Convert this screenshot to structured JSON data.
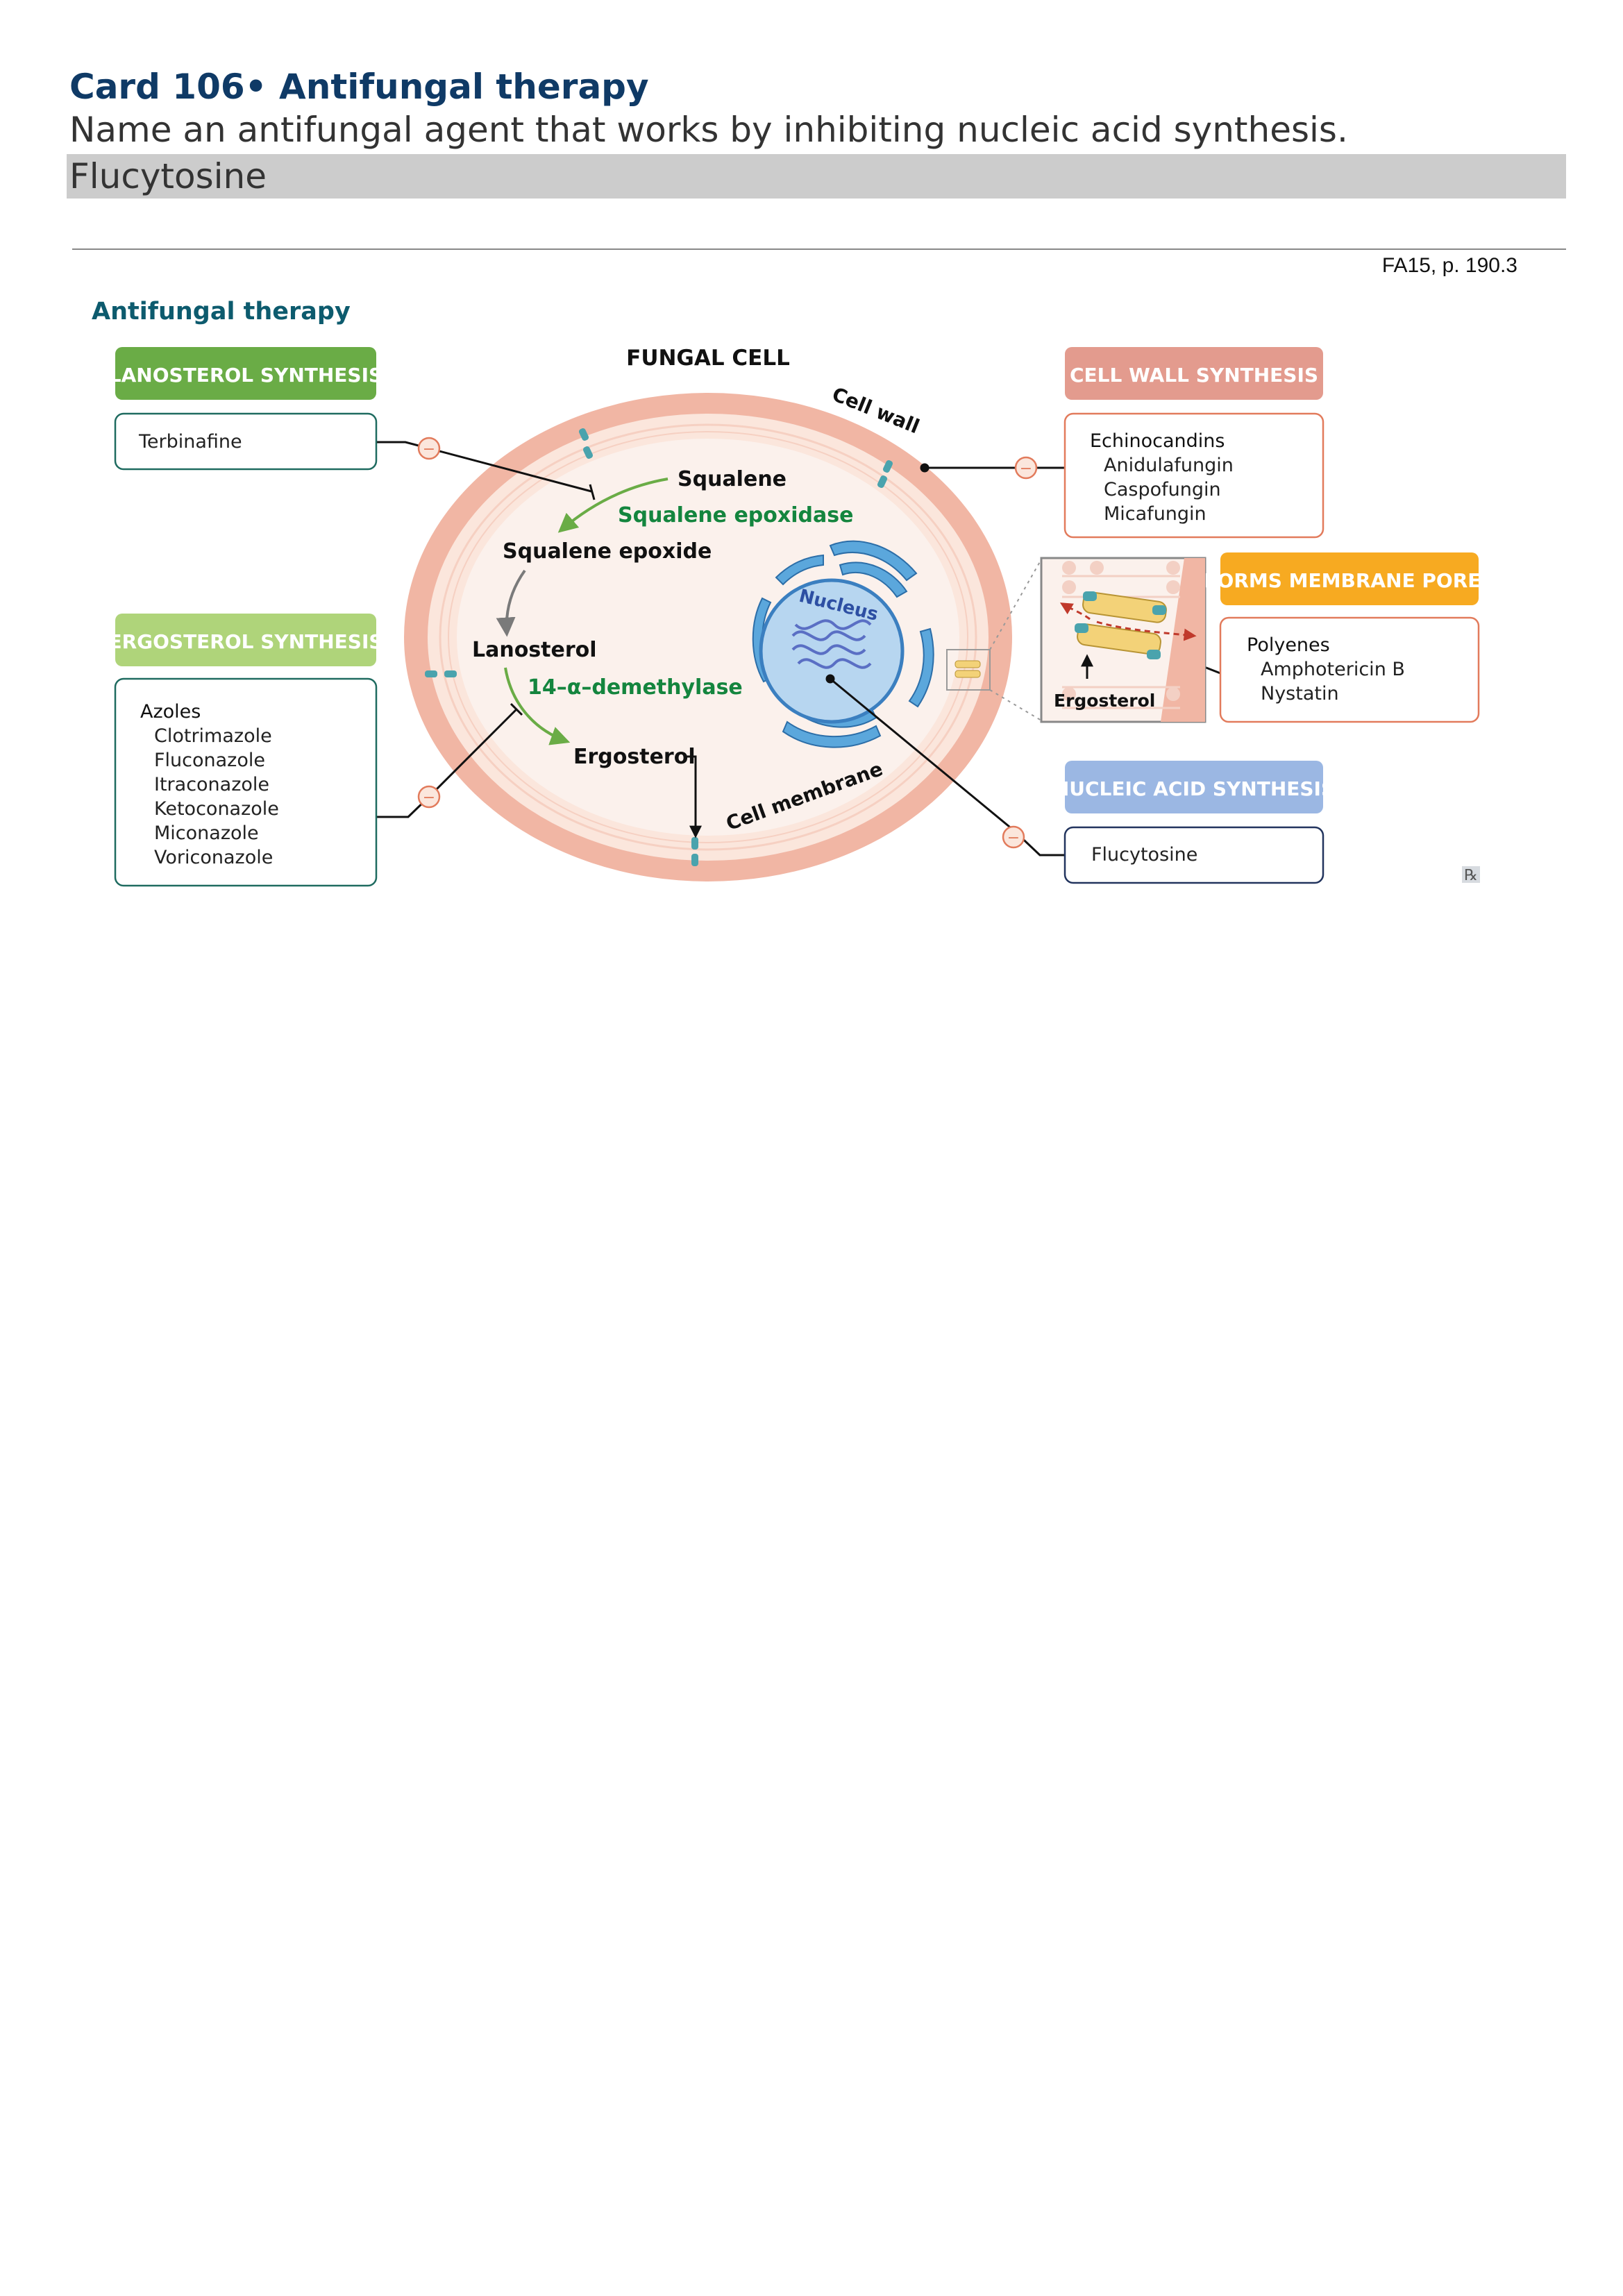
{
  "card": {
    "title": "Card 106• Antifungal therapy",
    "question": "Name an antifungal agent that works by inhibiting nucleic acid synthesis.",
    "answer": "Flucytosine",
    "source": "FA15, p. 190.3"
  },
  "diagram": {
    "heading": "Antifungal therapy",
    "cell_title": "FUNGAL CELL",
    "cell_wall_label": "Cell wall",
    "cell_membrane_label": "Cell membrane",
    "nucleus_label": "Nucleus",
    "pathway": {
      "squalene": "Squalene",
      "squalene_epoxidase": "Squalene epoxidase",
      "squalene_epoxide": "Squalene epoxide",
      "lanosterol": "Lanosterol",
      "demethylase": "14–α–demethylase",
      "ergosterol": "Ergosterol"
    },
    "inset_ergosterol": "Ergosterol",
    "inhibit_symbol": "−",
    "rx_symbol": "℞",
    "categories": {
      "lanosterol": {
        "header": "LANOSTEROL SYNTHESIS",
        "color": "#6aac46",
        "drugs": [
          "Terbinafine"
        ]
      },
      "ergosterol": {
        "header": "ERGOSTEROL SYNTHESIS",
        "color": "#afd47a",
        "group": "Azoles",
        "drugs": [
          "Clotrimazole",
          "Fluconazole",
          "Itraconazole",
          "Ketoconazole",
          "Miconazole",
          "Voriconazole"
        ]
      },
      "cell_wall": {
        "header": "CELL WALL SYNTHESIS",
        "color": "#e39b8e",
        "group": "Echinocandins",
        "drugs": [
          "Anidulafungin",
          "Caspofungin",
          "Micafungin"
        ]
      },
      "membrane_pores": {
        "header": "FORMS MEMBRANE PORES",
        "color": "#f7aa21",
        "group": "Polyenes",
        "drugs": [
          "Amphotericin B",
          "Nystatin"
        ]
      },
      "nucleic_acid": {
        "header": "NUCLEIC ACID SYNTHESIS",
        "color": "#9bb7e3",
        "drugs": [
          "Flucytosine"
        ]
      }
    }
  }
}
